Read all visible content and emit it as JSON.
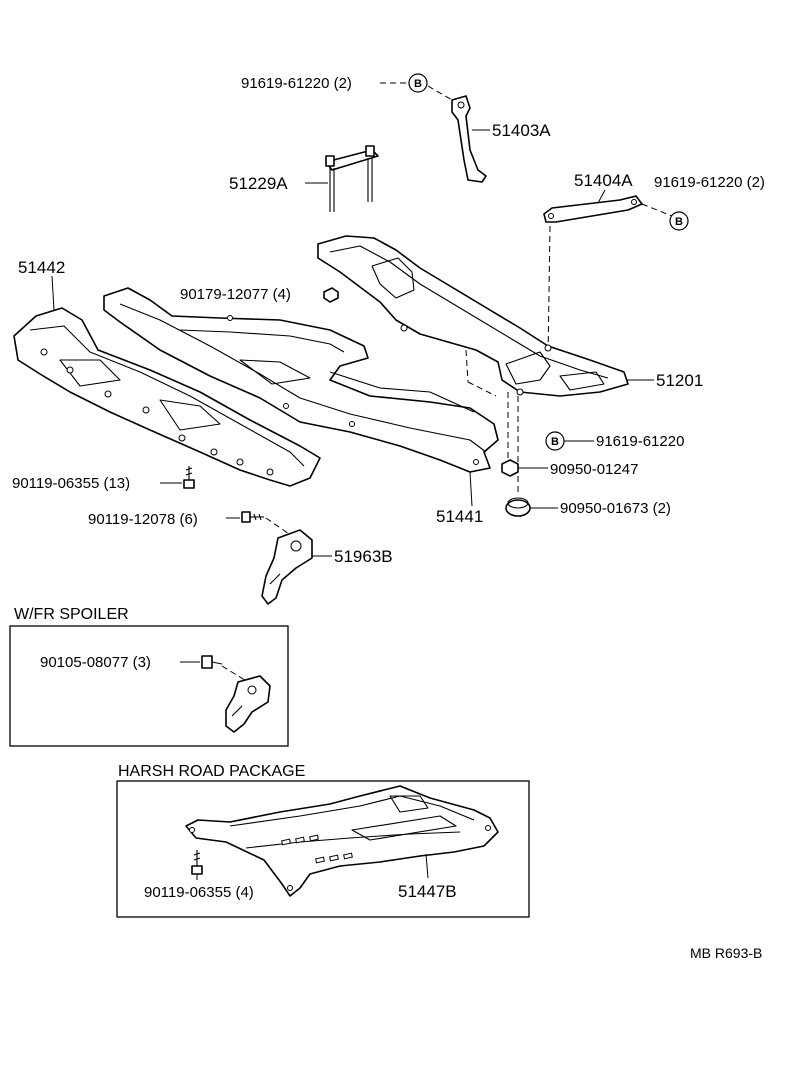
{
  "labels": {
    "p_51403a": "51403A",
    "p_91619_top": "91619-61220 (2)",
    "p_51229a": "51229A",
    "p_51404a": "51404A",
    "p_91619_right": "91619-61220 (2)",
    "p_51442": "51442",
    "p_90179": "90179-12077 (4)",
    "p_51201": "51201",
    "p_91619_single": "91619-61220",
    "p_90950_01247": "90950-01247",
    "p_90950_01673": "90950-01673 (2)",
    "p_90119_13": "90119-06355 (13)",
    "p_51441": "51441",
    "p_90119_12078": "90119-12078 (6)",
    "p_51963b": "51963B",
    "p_90105": "90105-08077 (3)",
    "p_90119_4": "90119-06355 (4)",
    "p_51447b": "51447B",
    "b_circle": "B"
  },
  "sections": {
    "spoiler_title": "W/FR SPOILER",
    "harsh_title": "HARSH ROAD PACKAGE"
  },
  "footer": {
    "code": "MB R693-B"
  }
}
